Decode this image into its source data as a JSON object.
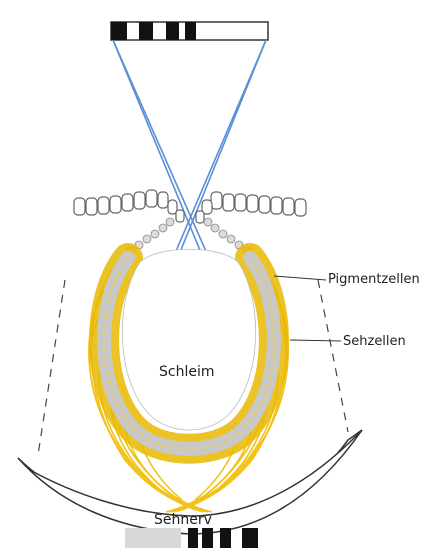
{
  "labels": {
    "pigmentzellen": "Pigmentzellen",
    "sehzellen": "Sehzellen",
    "schleim": "Schleim",
    "sehnerv": "Sehnerv"
  },
  "colors": {
    "light_ray": "#5b8fd6",
    "nerve_fiber": "#f2c21b",
    "pigment_cell": "#f4cf2e",
    "receptor_cell": "#bdbdbd",
    "epithelium_outline": "#666666",
    "image_dark": "#111111"
  },
  "icons": {
    "object": "black-white-bar-pattern",
    "image": "inverted-black-white-bar-pattern"
  }
}
